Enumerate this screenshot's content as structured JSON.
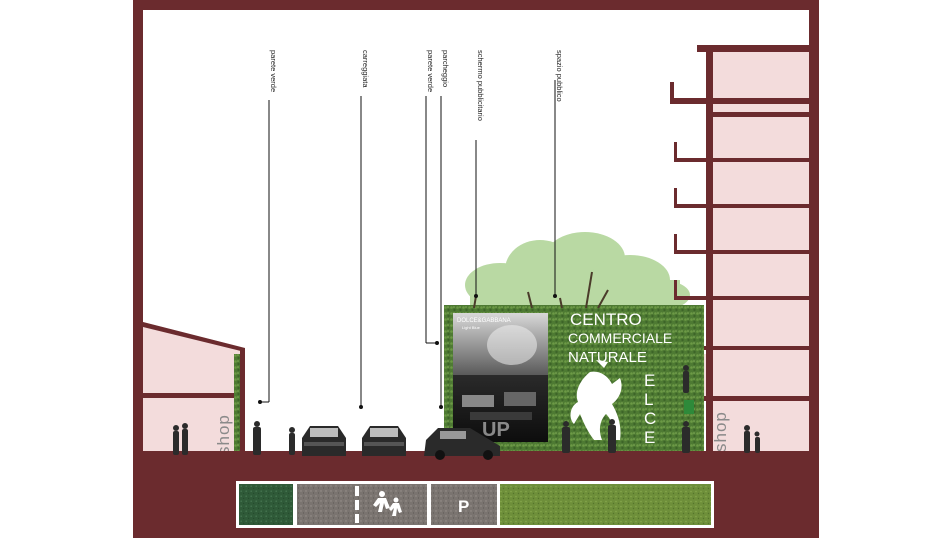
{
  "labels": {
    "parete_verde_left": "parete verde",
    "carreggiata": "carreggiata",
    "parete_verde_right": "parete verde",
    "parcheggio": "parcheggio",
    "schermo_pubblicitario": "schermo pubblicitario",
    "spazio_pubblico": "spazio pubblico"
  },
  "shop_left": "shop",
  "shop_right": "shop",
  "mall_sign": {
    "line1": "CENTRO",
    "line2": "COMMERCIALE",
    "line3": "NATURALE",
    "line4": "ELCE"
  },
  "billboard": {
    "brand": "DOLCE&GABBANA",
    "brand_sub": "Light Blue",
    "bottom_text": "UP"
  },
  "legend": {
    "parking_letter": "P"
  },
  "colors": {
    "frame": "#6b2b2e",
    "building_fill": "#f3dcdc",
    "greenery": "#4f7d34",
    "tree_canopy": "#b9d9a3",
    "asphalt": "#7a7470",
    "lawn": "#6e8f3a"
  }
}
